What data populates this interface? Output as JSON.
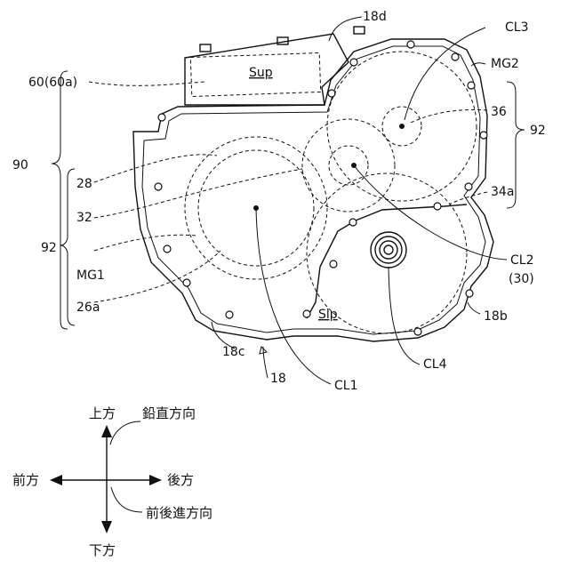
{
  "labels": {
    "part_18d": "18d",
    "part_60": "60(60a)",
    "sup": "Sup",
    "cl3": "CL3",
    "mg2": "MG2",
    "part_36": "36",
    "part_92_right": "92",
    "part_90": "90",
    "part_28": "28",
    "part_32": "32",
    "part_92_left": "92",
    "mg1": "MG1",
    "part_26a": "26a",
    "part_34a": "34a",
    "cl2": "CL2",
    "cl2_sub": "(30)",
    "slp": "Slp",
    "part_18b": "18b",
    "part_18c": "18c",
    "part_18": "18",
    "cl1": "CL1",
    "cl4": "CL4"
  },
  "axes": {
    "up": "上方",
    "down": "下方",
    "front": "前方",
    "rear": "後方",
    "vertical_dir": "鉛直方向",
    "longitudinal_dir": "前後進方向"
  }
}
